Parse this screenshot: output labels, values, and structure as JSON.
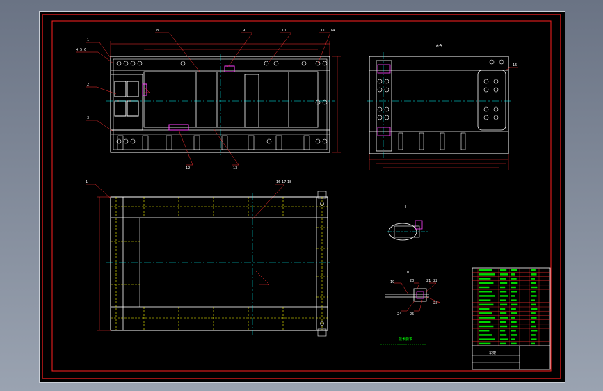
{
  "drawing": {
    "colors": {
      "background": "#000000",
      "frame": "#ff2020",
      "outline": "#ffffff",
      "centerline": "#00ffff",
      "hidden": "#ffff00",
      "dimension": "#ff3030",
      "leader": "#ff3030",
      "magenta": "#ff40ff",
      "text_green": "#00ff00"
    },
    "views": {
      "top_view": {
        "leaders": [
          "1",
          "4",
          "5",
          "6",
          "2",
          "3",
          "8",
          "9",
          "10",
          "11",
          "12",
          "13",
          "14"
        ]
      },
      "side_view": {
        "label": "A-A",
        "leaders": [
          "15"
        ]
      },
      "plan_view": {
        "leaders": [
          "1",
          "16",
          "17",
          "18"
        ]
      },
      "detail_1": {
        "label": "I"
      },
      "detail_2": {
        "label": "II",
        "leaders": [
          "19",
          "20",
          "21",
          "22",
          "23",
          "24",
          "25"
        ]
      },
      "note": "技术要求"
    },
    "title_block": {
      "title": "车架",
      "rows": 18
    }
  }
}
